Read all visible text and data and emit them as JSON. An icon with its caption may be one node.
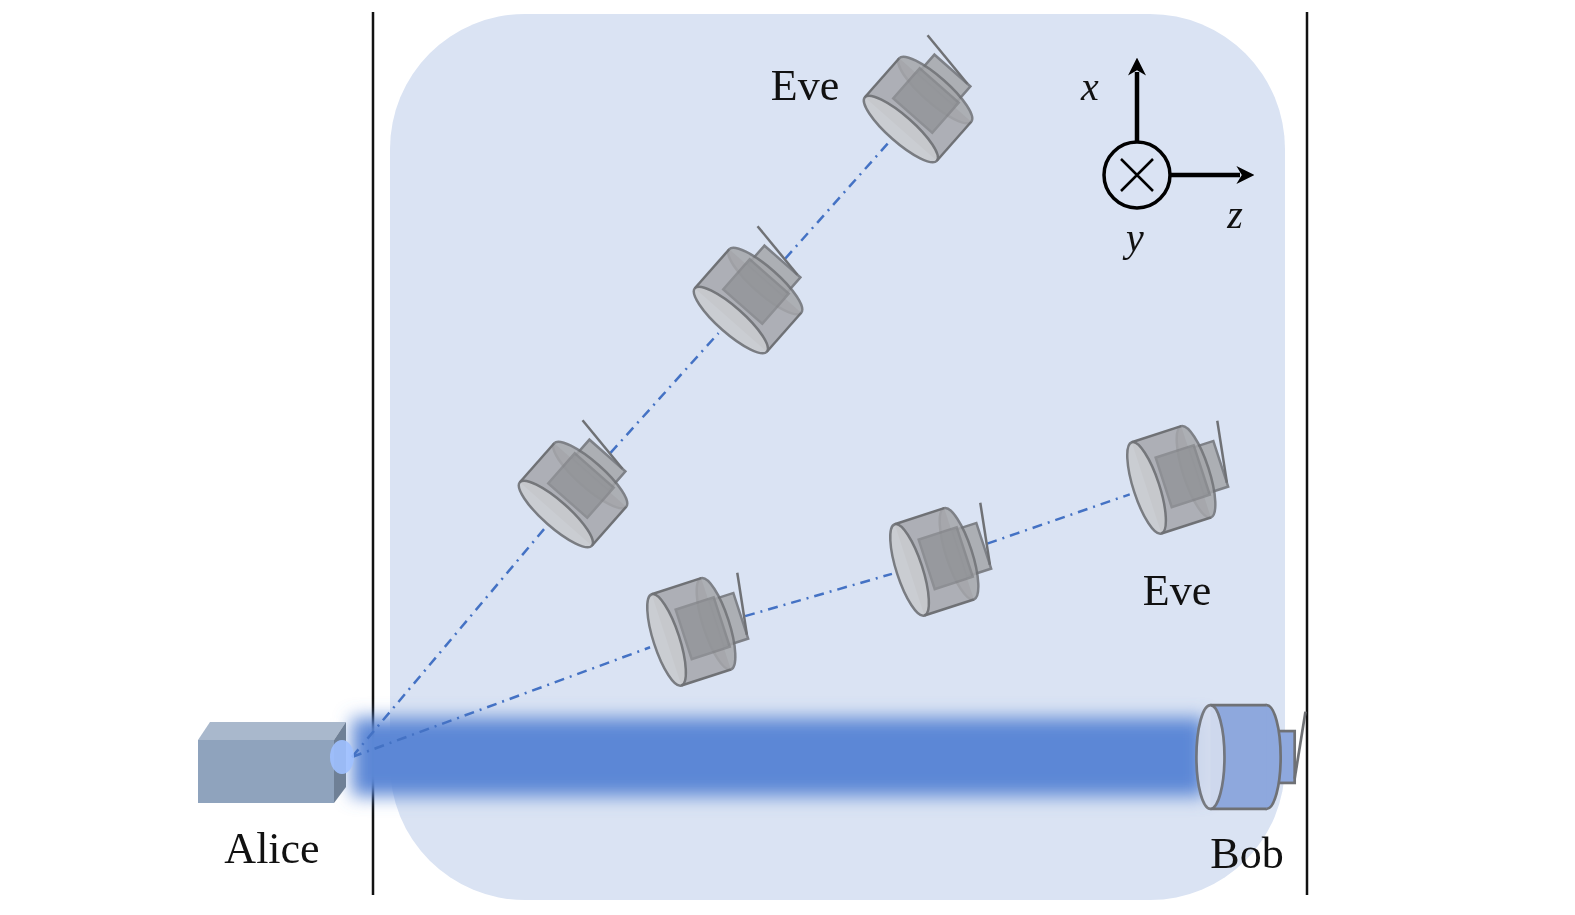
{
  "diagram": {
    "nodes": [
      {
        "text": [
          "Alice"
        ]
      },
      {
        "text": [
          "Bob"
        ]
      },
      {
        "text": [
          "Eve"
        ]
      },
      {
        "text": [],
        "shape": "picture"
      },
      {
        "text": [],
        "shape": "picture"
      },
      {
        "text": [],
        "shape": "picture"
      },
      {
        "text": [],
        "shape": "picture"
      },
      {
        "text": [
          "Eve"
        ]
      }
    ],
    "edges": [
      {
        "from": 0,
        "to": 1,
        "arrow": "none",
        "style": "thick",
        "color": "#5b87d6"
      },
      {
        "from": 0,
        "to": 4,
        "arrow": "none",
        "style": "dashed"
      },
      {
        "from": 4,
        "to": 3,
        "arrow": "none",
        "style": "dashed"
      },
      {
        "from": 3,
        "to": 2,
        "arrow": "none",
        "style": "dashed"
      },
      {
        "from": 0,
        "to": 5,
        "arrow": "none",
        "style": "dashed"
      },
      {
        "from": 5,
        "to": 6,
        "arrow": "none",
        "style": "dashed"
      },
      {
        "from": 6,
        "to": 7,
        "arrow": "none",
        "style": "dashed"
      }
    ],
    "labels": [
      "x",
      "y",
      "z"
    ]
  }
}
